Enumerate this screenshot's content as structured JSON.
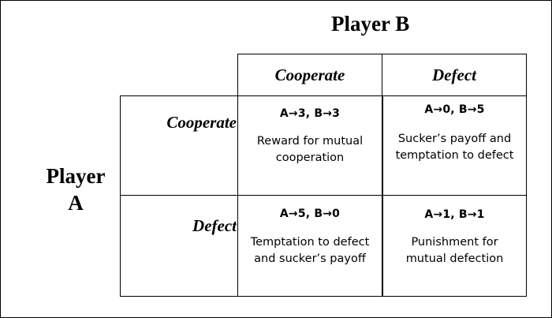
{
  "player_b": "Player B",
  "player_a": [
    "Player",
    "A"
  ],
  "columns": [
    "Cooperate",
    "Defect"
  ],
  "rows": [
    "Cooperate",
    "Defect"
  ],
  "cells": [
    {
      "payoff": "A→3,  B→3",
      "desc": [
        "Reward for mutual",
        "cooperation"
      ]
    },
    {
      "payoff": "A→0,  B→5",
      "desc": [
        "Sucker’s payoff and",
        "temptation to defect"
      ]
    },
    {
      "payoff": "A→5,  B→0",
      "desc": [
        "Temptation to defect",
        "and sucker’s payoff"
      ]
    },
    {
      "payoff": "A→1,  B→1",
      "desc": [
        "Punishment for",
        "mutual defection"
      ]
    }
  ]
}
